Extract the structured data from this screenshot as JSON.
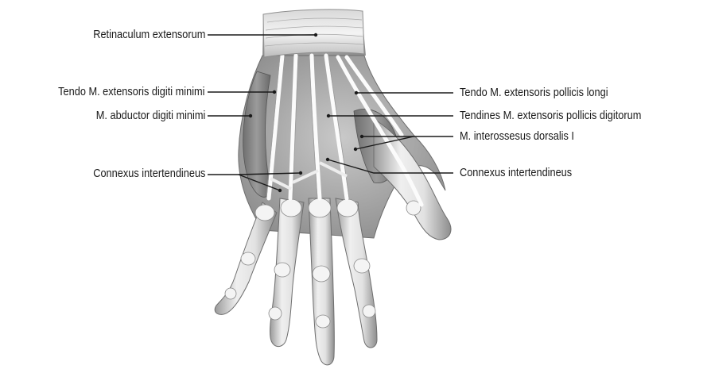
{
  "labels": {
    "retinaculum": "Retinaculum extensorum",
    "tendo_digiti_minimi": "Tendo M. extensoris digiti minimi",
    "abductor": "M. abductor digiti minimi",
    "connexus_left": "Connexus intertendineus",
    "tendo_pollicis": "Tendo M. extensoris pollicis longi",
    "tendines_digitorum": "Tendines M. extensoris pollicis digitorum",
    "interosseus": "M. interossesus dorsalis I",
    "connexus_right": "Connexus intertendineus"
  },
  "colors": {
    "skin_light": "#e6e6e6",
    "skin_mid": "#bdbdbd",
    "skin_dark": "#8a8a8a",
    "muscle": "#7a7a7a",
    "leader": "#1a1a1a"
  }
}
